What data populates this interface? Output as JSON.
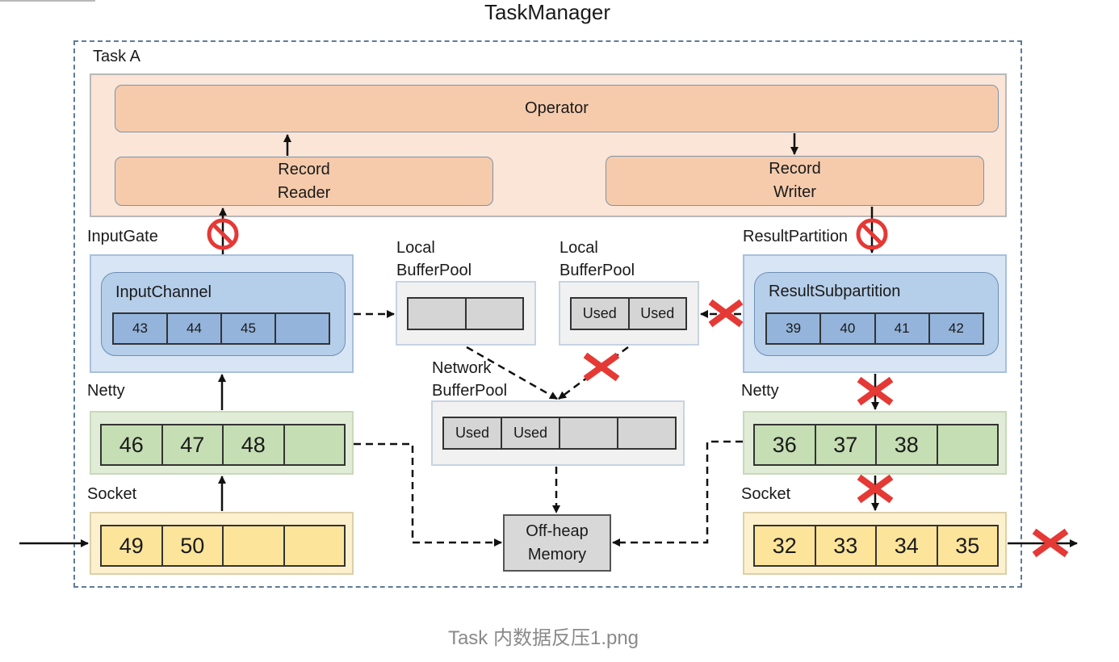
{
  "title": "TaskManager",
  "task_label": "Task A",
  "operator_label": "Operator",
  "record_reader_label": "Record\nReader",
  "record_writer_label": "Record\nWriter",
  "input_gate": {
    "label": "InputGate",
    "channel_label": "InputChannel",
    "buffers": [
      "43",
      "44",
      "45",
      ""
    ]
  },
  "result_partition": {
    "label": "ResultPartition",
    "subpartition_label": "ResultSubpartition",
    "buffers": [
      "39",
      "40",
      "41",
      "42"
    ]
  },
  "local_buffer_pool_left": {
    "label": "Local\nBufferPool",
    "buffers": [
      "",
      ""
    ]
  },
  "local_buffer_pool_right": {
    "label": "Local\nBufferPool",
    "buffers": [
      "Used",
      "Used"
    ]
  },
  "network_buffer_pool": {
    "label": "Network\nBufferPool",
    "buffers": [
      "Used",
      "Used",
      "",
      ""
    ]
  },
  "netty_left": {
    "label": "Netty",
    "buffers": [
      "46",
      "47",
      "48",
      ""
    ]
  },
  "netty_right": {
    "label": "Netty",
    "buffers": [
      "36",
      "37",
      "38",
      ""
    ]
  },
  "socket_left": {
    "label": "Socket",
    "buffers": [
      "49",
      "50",
      "",
      ""
    ]
  },
  "socket_right": {
    "label": "Socket",
    "buffers": [
      "32",
      "33",
      "34",
      "35"
    ]
  },
  "offheap_label": "Off-heap\nMemory",
  "caption": "Task 内数据反压1.png",
  "colors": {
    "operator": "#f5cbac",
    "panel_peach": "#fbe5d6",
    "panel_blue": "#d8e5f4",
    "buffer_blue": "#94b4db",
    "panel_green": "#e0ecd6",
    "buffer_green": "#c5deb4",
    "panel_yellow": "#fdf1cd",
    "buffer_yellow": "#fce49b",
    "buffer_grey": "#d5d5d5",
    "blocked_mark": "#e53935"
  },
  "icons": [
    "arrow-icon",
    "dashed-arrow-icon",
    "cross-mark-icon",
    "no-entry-icon"
  ]
}
